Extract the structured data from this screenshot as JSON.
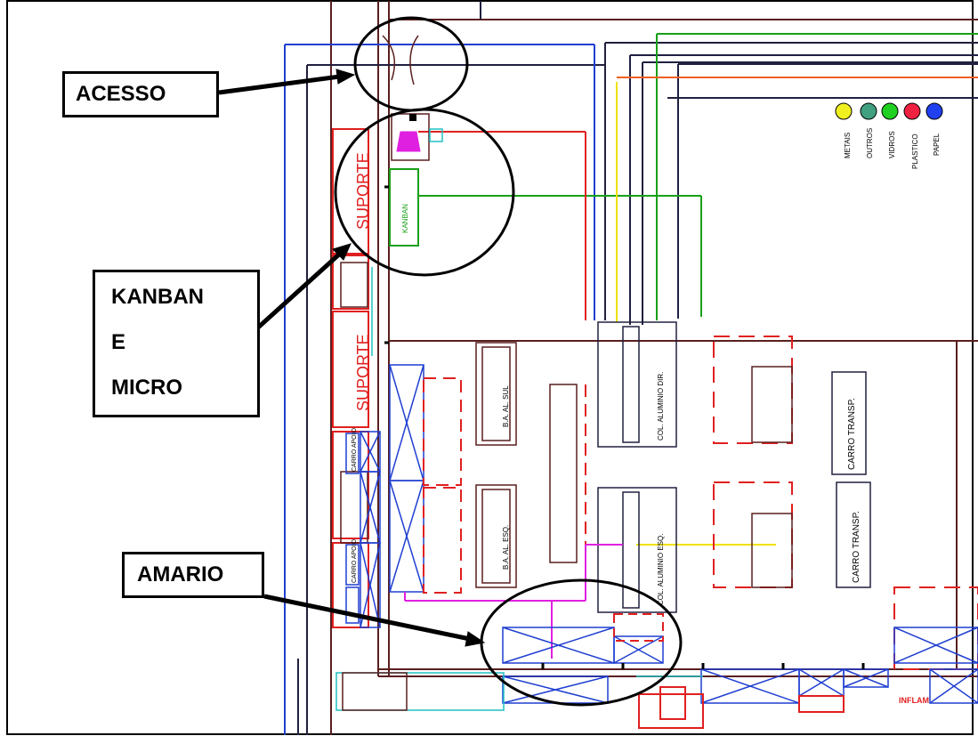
{
  "callouts": {
    "acesso": "ACESSO",
    "kanban_lines": [
      "KANBAN",
      "E",
      "MICRO"
    ],
    "amario": "AMARIO"
  },
  "plan_labels": {
    "suporte_top": "SUPORTE",
    "suporte_bottom": "SUPORTE",
    "kanban_box": "KANBAN",
    "bins": [
      "METAIS",
      "OUTROS",
      "VIDROS",
      "PLASTICO",
      "PAPEL"
    ],
    "carro_transp_1": "CARRO TRANSP.",
    "carro_transp_2": "CARRO TRANSP.",
    "inflam": "INFLAM",
    "carro_apoio_1": "CARRO APOIO",
    "carro_apoio_2": "CARRO APOIO",
    "bench_left_top": "B.A. AL. SUL",
    "bench_left_bottom": "B.A. AL. ESQ.",
    "bench_right_top": "COL. ALUMINIO DIR.",
    "bench_right_bottom": "COL. ALUMINIO ESQ."
  },
  "colors": {
    "wall": "#5a1f1f",
    "blue": "#1f3fd0",
    "red": "#e02020",
    "green": "#18a018",
    "yellow": "#f0e000",
    "magenta": "#e020e0",
    "cyan": "#20c0c0",
    "dark": "#202040",
    "bin_metais": "#f0f020",
    "bin_outros": "#40a080",
    "bin_vidros": "#20d020",
    "bin_plastico": "#f02040",
    "bin_papel": "#2040f0"
  }
}
